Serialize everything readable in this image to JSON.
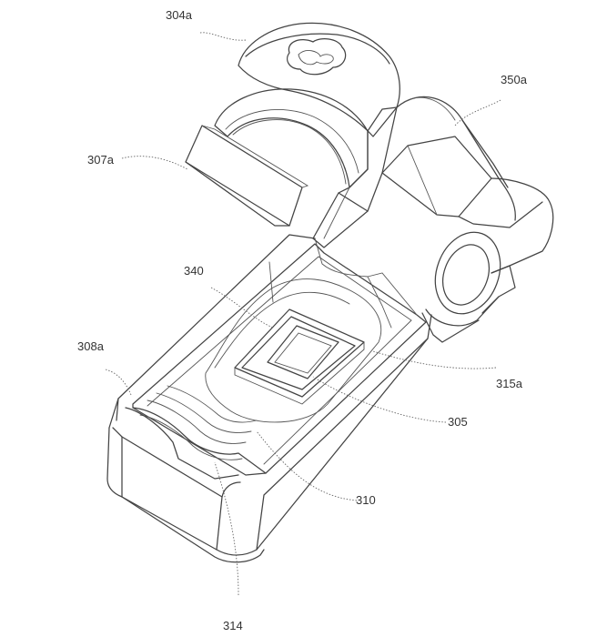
{
  "figure": {
    "labels": {
      "l304a": "304a",
      "l350a": "350a",
      "l307a": "307a",
      "l340": "340",
      "l308a": "308a",
      "l315a": "315a",
      "l305": "305",
      "l310": "310",
      "l314": "314"
    }
  }
}
